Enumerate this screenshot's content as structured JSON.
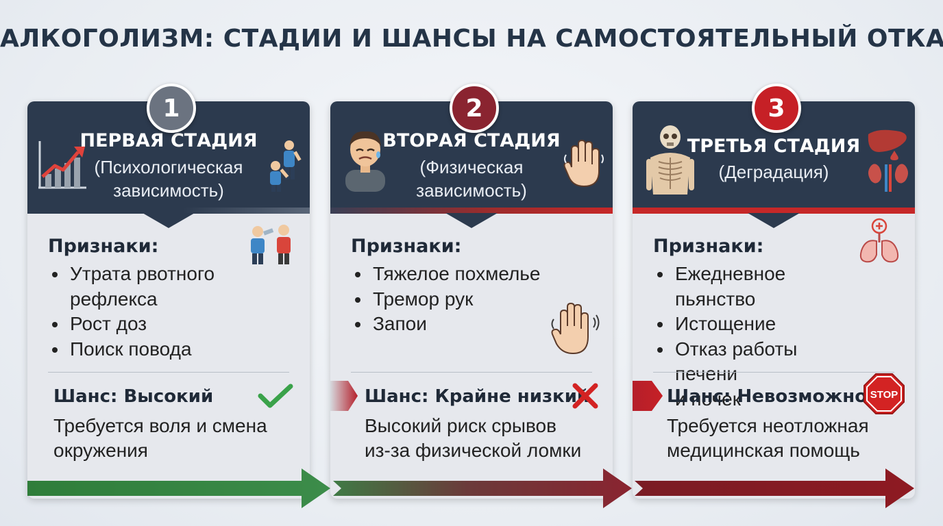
{
  "title": "АЛКОГОЛИЗМ: СТАДИИ И ШАНСЫ НА САМОСТОЯТЕЛЬНЫЙ ОТКАЗ",
  "signs_label": "Признаки:",
  "stages": [
    {
      "number": "1",
      "title": "ПЕРВАЯ СТАДИЯ",
      "subtitle_1": "(Психологическая",
      "subtitle_2": "зависимость)",
      "signs": [
        "Утрата рвотного",
        "рефлекса",
        "Рост доз",
        "Поиск повода"
      ],
      "chance": "Шанс: Высокий",
      "note_1": "Требуется воля и смена",
      "note_2": "окружения",
      "accent": "#3c8c4a",
      "icons": [
        "growth-chart-icon",
        "drinking-people-icon",
        "drinking-person-icon",
        "check-icon"
      ]
    },
    {
      "number": "2",
      "title": "ВТОРАЯ СТАДИЯ",
      "subtitle_1": "(Физическая",
      "subtitle_2": "зависимость)",
      "signs": [
        "Тяжелое похмелье",
        "Тремор рук",
        "Запои"
      ],
      "chance": "Шанс: Крайне низкий",
      "note_1": "Высокий риск срывов",
      "note_2": "из-за физической ломки",
      "accent": "#8a2430",
      "icons": [
        "sick-face-icon",
        "shaking-hand-icon",
        "cross-icon"
      ]
    },
    {
      "number": "3",
      "title": "ТРЕТЬЯ СТАДИЯ",
      "subtitle_1": "(Деградация)",
      "signs": [
        "Ежедневное пьянство",
        "Истощение",
        "Отказ работы печени",
        "и почек"
      ],
      "chance": "Шанс: Невозможно",
      "stop_text": "STOP",
      "note_1": "Требуется неотложная",
      "note_2": "медицинская помощь",
      "accent": "#c62026",
      "icons": [
        "skeleton-icon",
        "liver-kidneys-icon",
        "lungs-icon",
        "stop-sign-icon"
      ]
    }
  ]
}
